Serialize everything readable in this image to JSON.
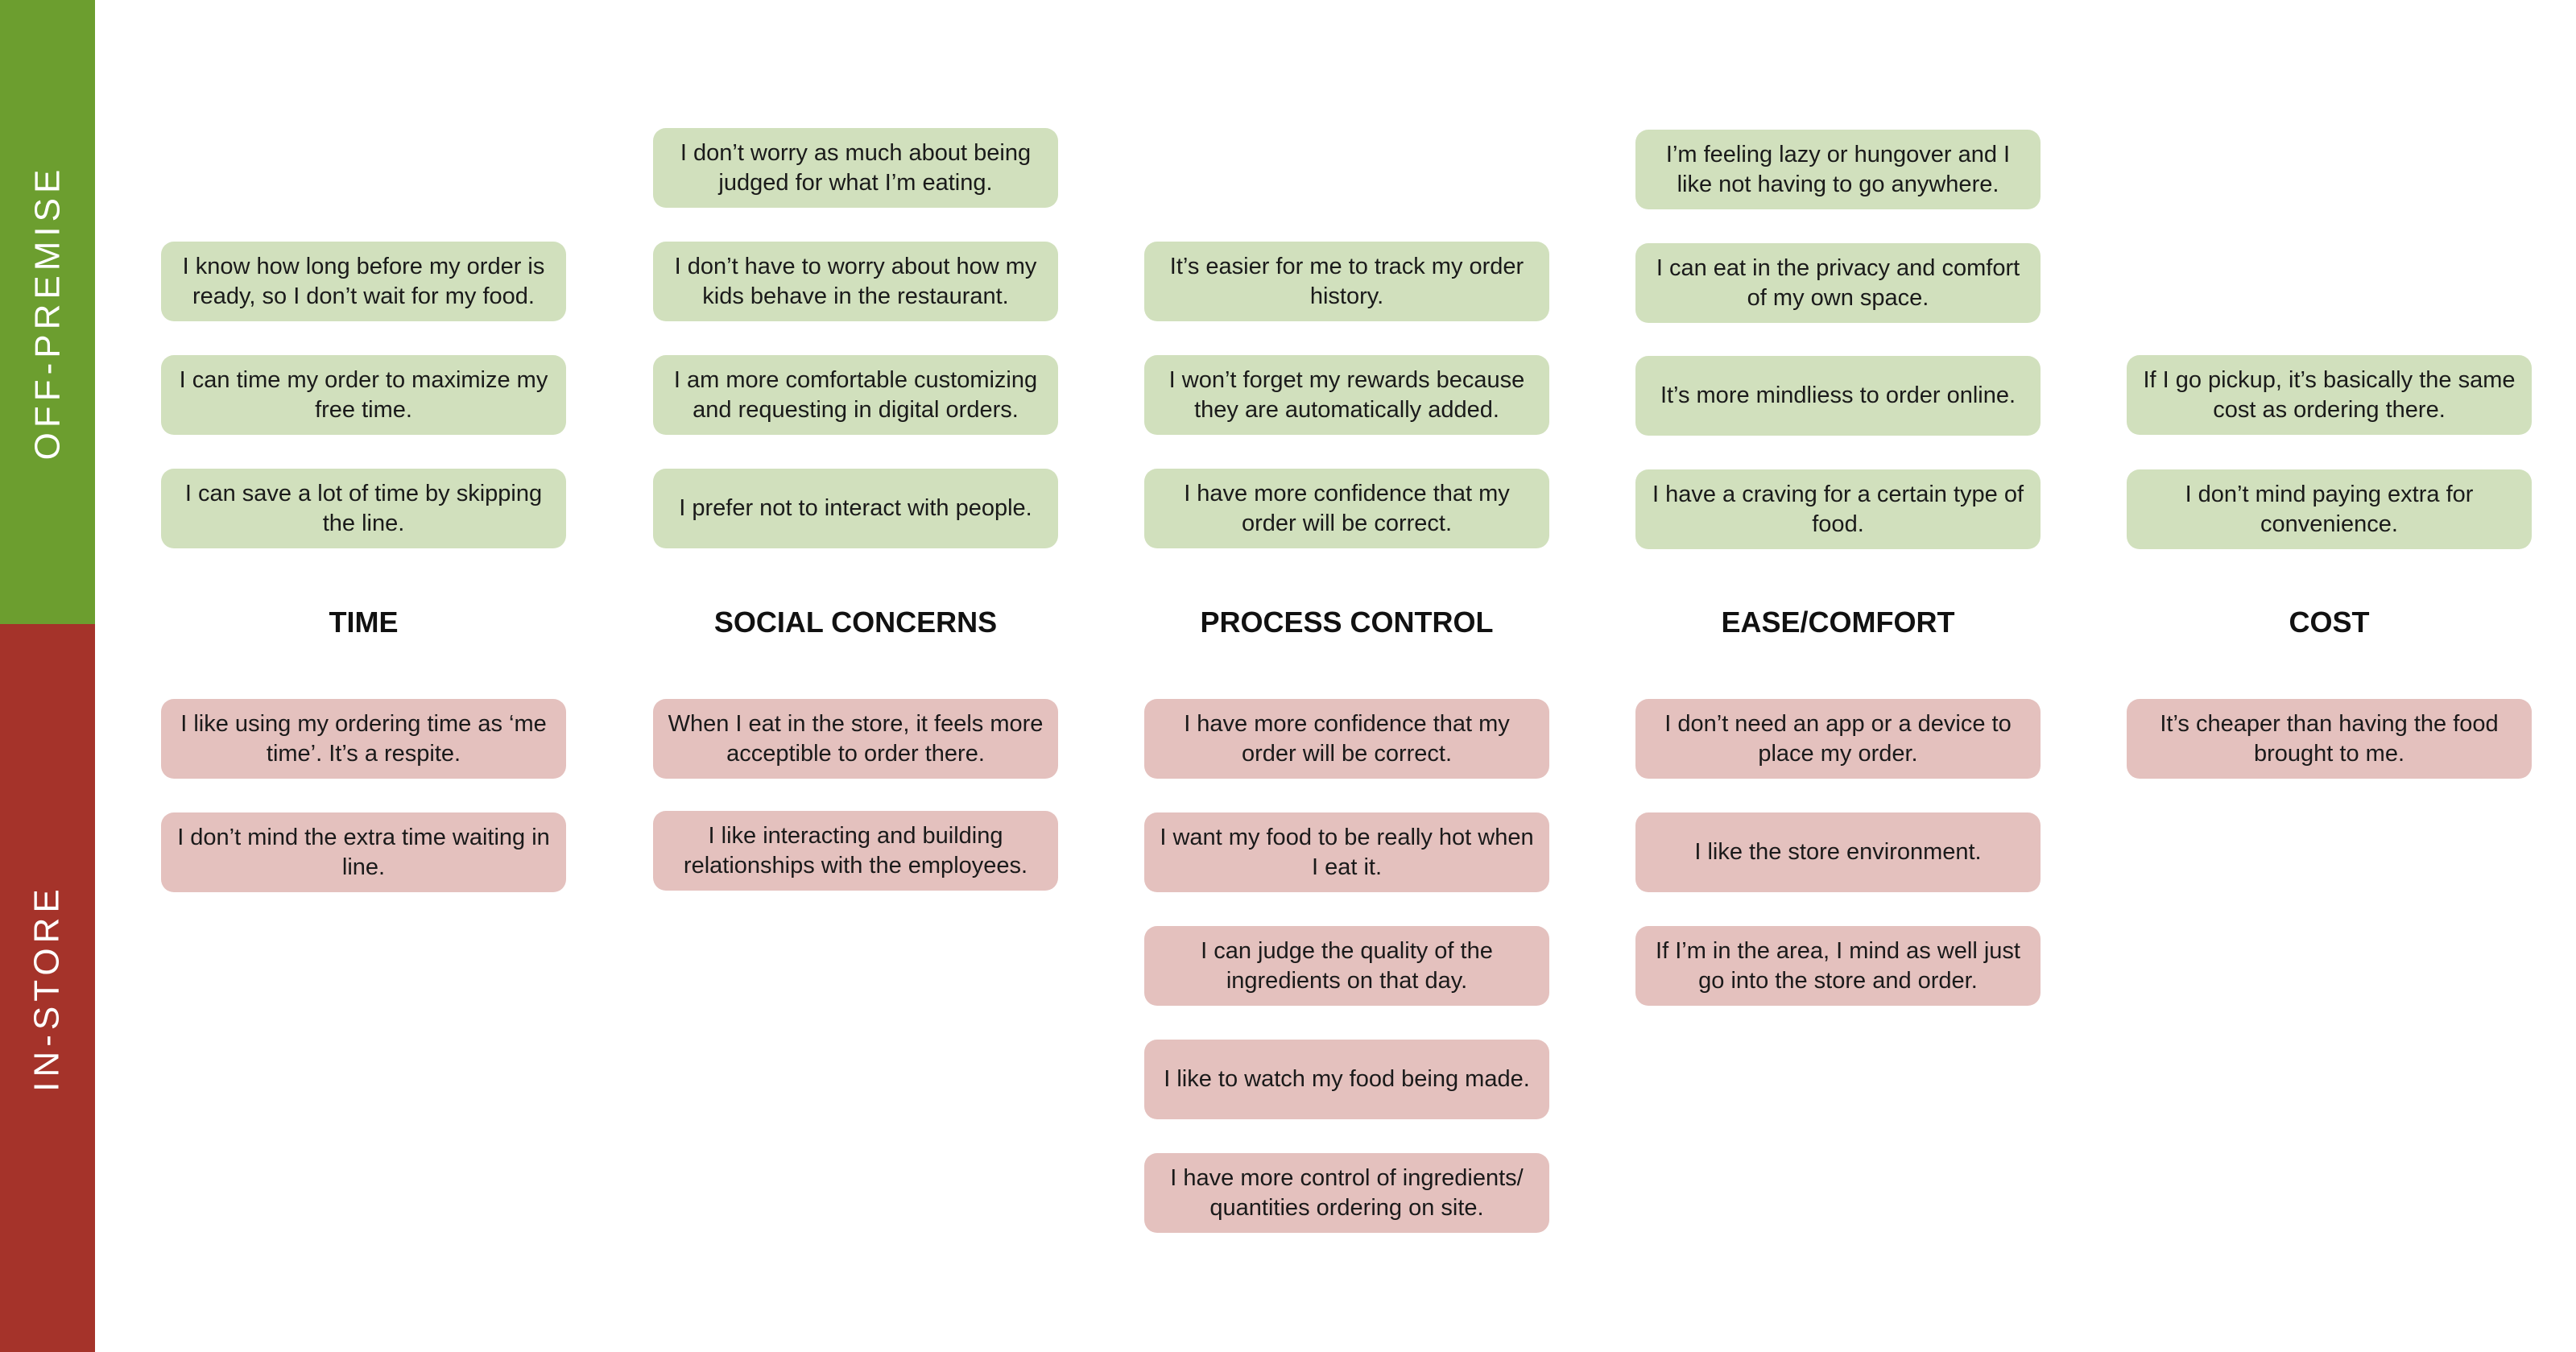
{
  "bands": {
    "off_premise": "OFF-PREMISE",
    "in_store": "IN-STORE"
  },
  "colors": {
    "off_band": "#6c9e2f",
    "in_band": "#a5332a",
    "off_card": "#d1e0bd",
    "in_card": "#e4c1be"
  },
  "columns": [
    {
      "heading": "TIME",
      "off": [
        "I know how long before my order is ready, so I don’t wait for my food.",
        "I can time my order to maximize my free time.",
        "I can save a lot of time by skipping the line."
      ],
      "in": [
        "I like using my ordering time as ‘me time’. It’s a respite.",
        "I don’t mind the extra time waiting in line."
      ]
    },
    {
      "heading": "SOCIAL CONCERNS",
      "off": [
        "I don’t worry as much about being judged for what I’m eating.",
        "I don’t have to worry about how my kids behave in the restaurant.",
        "I am more comfortable customizing and requesting in digital orders.",
        "I prefer not to interact with people."
      ],
      "in": [
        "When I eat in the store, it feels more acceptible to order there.",
        "I like interacting and building relationships with the employees."
      ]
    },
    {
      "heading": "PROCESS CONTROL",
      "off": [
        "It’s easier for me to track my order history.",
        "I won’t forget my rewards because they are automatically added.",
        "I have more confidence that my order will be correct."
      ],
      "in": [
        "I have more confidence that my order will be correct.",
        "I want my food to be really hot when I eat it.",
        "I can judge the quality of the ingredients on that day.",
        "I like to watch my food being made.",
        "I have more control of ingredients/ quantities ordering on site."
      ]
    },
    {
      "heading": "EASE/COMFORT",
      "off": [
        "I’m feeling lazy or hungover and I like not having to go anywhere.",
        "I can eat in the privacy and comfort of my own space.",
        "It’s more mindliess to order online.",
        "I have a craving for a certain type of food."
      ],
      "in": [
        "I don’t need an app or a device to place my order.",
        "I like the store environment.",
        "If I’m in the area, I mind as well just go into the store and order."
      ]
    },
    {
      "heading": "COST",
      "off": [
        "If I go pickup, it’s basically the same cost as ordering there.",
        "I don’t mind paying extra for convenience."
      ],
      "in": [
        "It’s cheaper than having the food brought to me."
      ]
    }
  ]
}
